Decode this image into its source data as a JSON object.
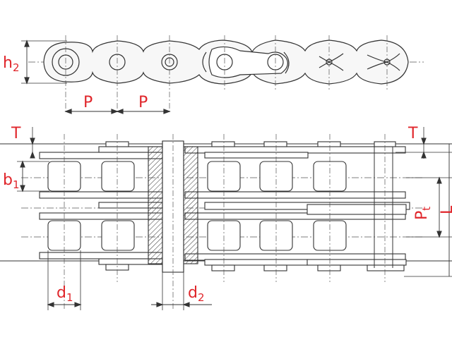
{
  "diagram": {
    "colors": {
      "line": "#333333",
      "accent": "#e0262b",
      "fill": "#f2f2f2",
      "center": "#555555"
    },
    "labels": {
      "h2": {
        "main": "h",
        "sub": "2"
      },
      "pitch_left": "P",
      "pitch_right": "P",
      "t_left": "T",
      "t_right": "T",
      "b1": {
        "main": "b",
        "sub": "1"
      },
      "pt": {
        "main": "P",
        "sub": "t"
      },
      "l": "L",
      "d1": {
        "main": "d",
        "sub": "1"
      },
      "d2": {
        "main": "d",
        "sub": "2"
      }
    }
  }
}
